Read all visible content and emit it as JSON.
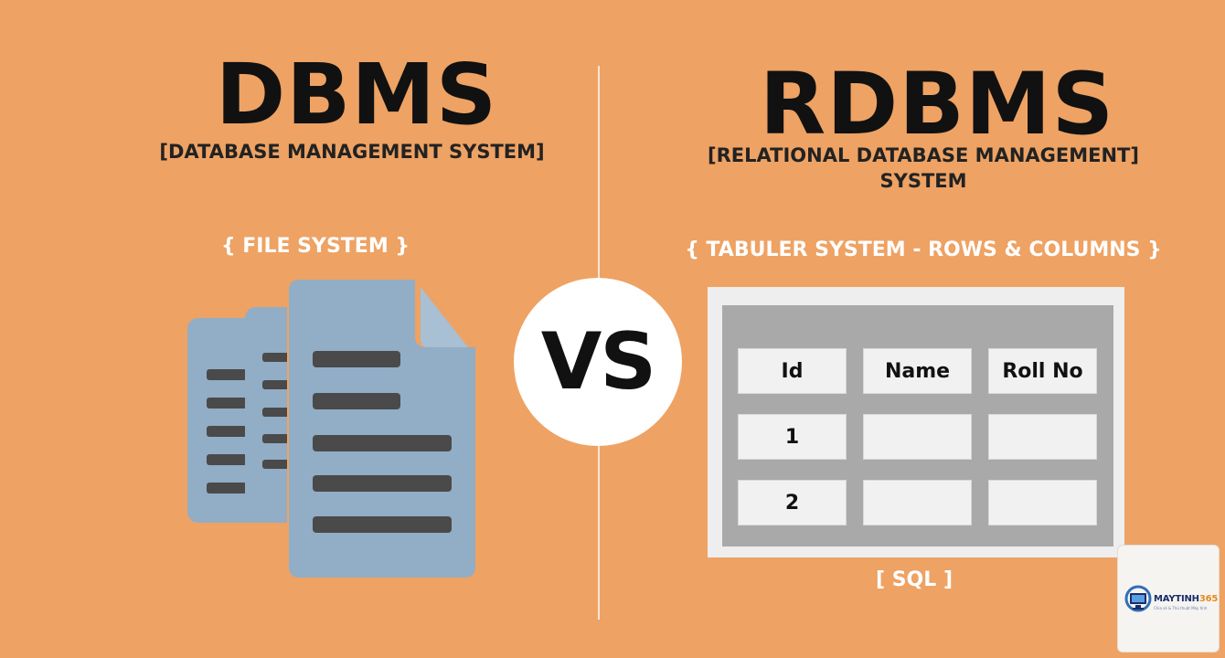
{
  "left": {
    "title": "DBMS",
    "subtitle": "[DATABASE MANAGEMENT SYSTEM]",
    "caption": "{ FILE SYSTEM }"
  },
  "center": {
    "vs": "VS"
  },
  "right": {
    "title": "RDBMS",
    "subtitle_line1": "[RELATIONAL DATABASE MANAGEMENT]",
    "subtitle_line2": "SYSTEM",
    "caption": "{ TABULER SYSTEM - ROWS & COLUMNS }",
    "table": {
      "headers": [
        "Id",
        "Name",
        "Roll No"
      ],
      "rows": [
        [
          "1",
          "",
          ""
        ],
        [
          "2",
          "",
          ""
        ]
      ]
    },
    "footer": "[ SQL ]"
  },
  "logo": {
    "brand_main": "MAYTINH",
    "brand_num": "365",
    "tagline": "Chia sẻ & Thủ thuật Máy tính"
  },
  "colors": {
    "background": "#eea263",
    "document": "#92adc6",
    "document_lines": "#4a4a4a",
    "caption": "#ffffff",
    "table_frame": "#eeeeee",
    "table_inner": "#a9a9a9",
    "table_cell": "#f1f1f1"
  }
}
